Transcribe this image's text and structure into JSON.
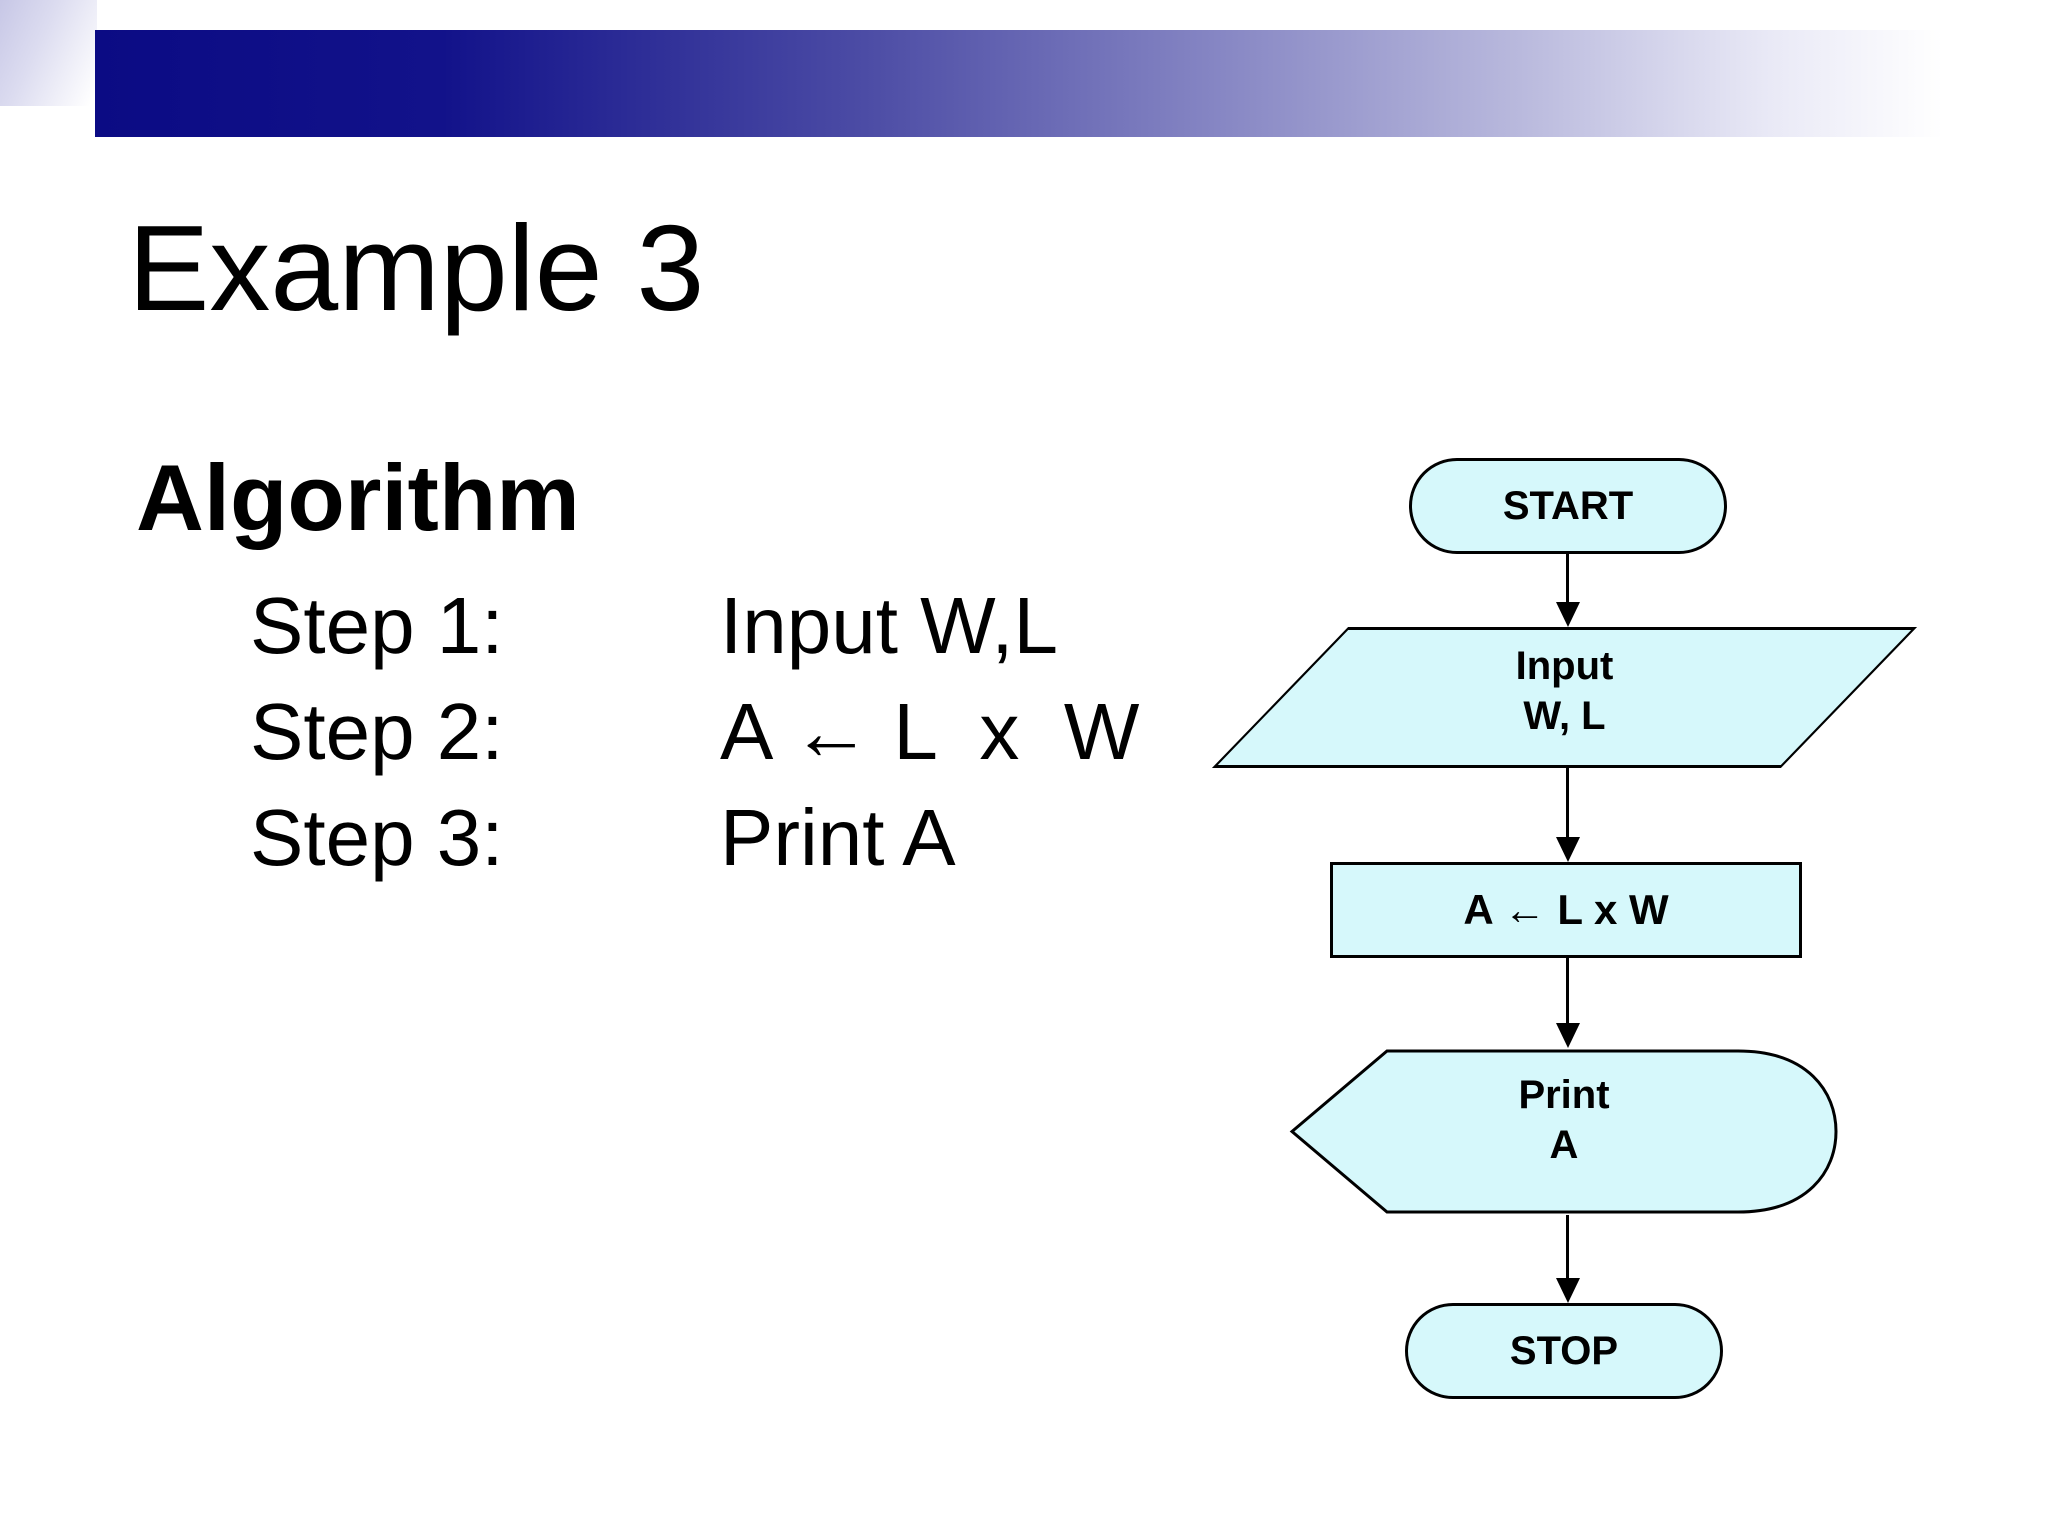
{
  "slide": {
    "title": "Example 3",
    "heading": "Algorithm",
    "steps": [
      {
        "label": "Step 1:",
        "action": "Input W,L"
      },
      {
        "label": "Step 2:",
        "action": "A ← L  x  W"
      },
      {
        "label": "Step 3:",
        "action": "Print A"
      }
    ]
  },
  "flowchart": {
    "start_label": "START",
    "input_line1": "Input",
    "input_line2": "W, L",
    "process_label": "A ← L x W",
    "print_line1": "Print",
    "print_line2": "A",
    "stop_label": "STOP"
  },
  "colors": {
    "shape_fill": "#d6f8fb",
    "shape_border": "#000000",
    "banner_dark_navy": "#0b0b84",
    "banner_mid_periwinkle": "#8585c3",
    "corner_lavender": "#c7c7e6",
    "text": "#000000"
  }
}
